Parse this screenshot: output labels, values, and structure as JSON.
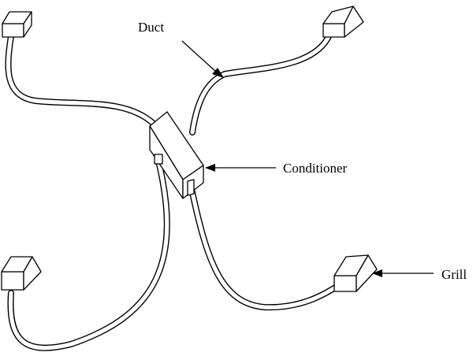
{
  "labels": {
    "duct": "Duct",
    "conditioner": "Conditioner",
    "grill": "Grill"
  }
}
